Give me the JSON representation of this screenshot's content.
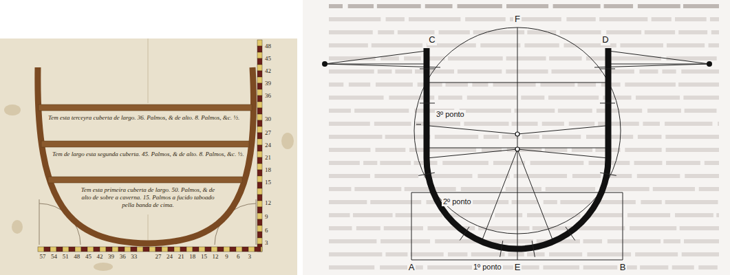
{
  "diagram": {
    "labels": [
      "Tem esta terceyra cuberta de largo. 36. Palmos, & de alto. 8. Palmos, &c. ½.",
      "Tem de largo esta segunda cuberta. 45. Palmos, & de alto. 8. Palmos, &c. ½.",
      "Tem esta primeira cuberta de largo. 50. Palmos, & de alto de sobre a caverna. 15. Palmos a fucido taboado pella banda de cima.",
      "48",
      "45",
      "42",
      "39",
      "36",
      "30",
      "27",
      "24",
      "21",
      "18",
      "15",
      "12",
      "9",
      "6",
      "3",
      "57",
      "54",
      "51",
      "48",
      "45",
      "42",
      "39",
      "36",
      "33",
      "27",
      "24",
      "21",
      "18",
      "15",
      "12",
      "9",
      "6",
      "3",
      "F",
      "C",
      "D",
      "3º ponto",
      "2º ponto",
      "A",
      "1º ponto",
      "E",
      "B"
    ]
  }
}
